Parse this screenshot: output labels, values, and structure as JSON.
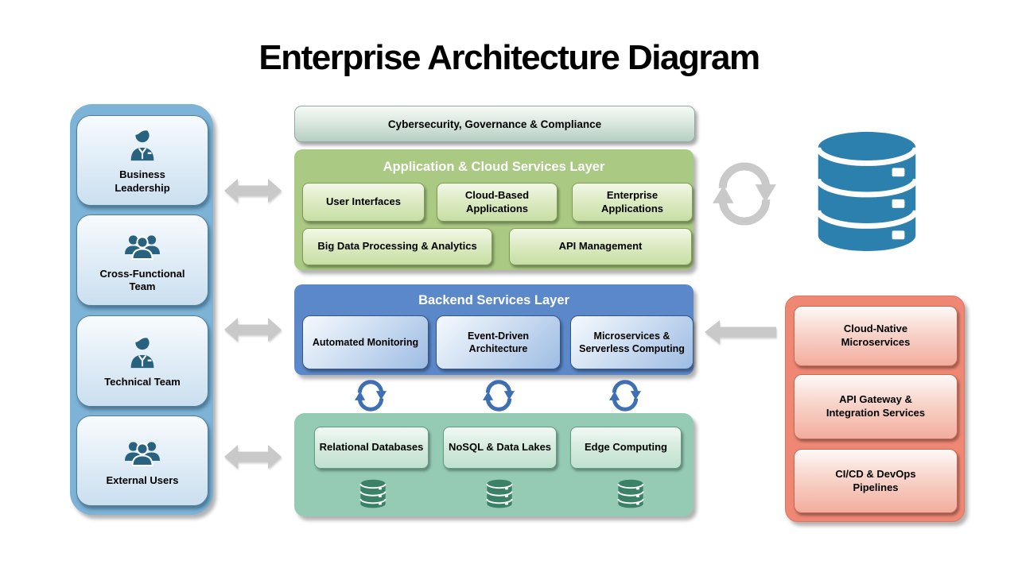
{
  "title": "Enterprise Architecture Diagram",
  "stakeholders": {
    "items": [
      {
        "label": "Business Leadership",
        "icon": "person-tie-icon"
      },
      {
        "label": "Cross-Functional Team",
        "icon": "people-group-icon"
      },
      {
        "label": "Technical Team",
        "icon": "person-tie-icon"
      },
      {
        "label": "External Users",
        "icon": "people-group-icon"
      }
    ]
  },
  "security_bar": {
    "label": "Cybersecurity, Governance & Compliance"
  },
  "app_layer": {
    "title": "Application & Cloud Services Layer",
    "row1": [
      "User Interfaces",
      "Cloud-Based Applications",
      "Enterprise Applications"
    ],
    "row2": [
      "Big Data Processing & Analytics",
      "API Management"
    ]
  },
  "backend_layer": {
    "title": "Backend Services Layer",
    "items": [
      "Automated Monitoring",
      "Event-Driven Architecture",
      "Microservices & Serverless Computing"
    ]
  },
  "data_layer": {
    "items": [
      "Relational Databases",
      "NoSQL & Data Lakes",
      "Edge Computing"
    ]
  },
  "devops_panel": {
    "items": [
      "Cloud-Native Microservices",
      "API Gateway & Integration Services",
      "CI/CD & DevOps Pipelines"
    ]
  },
  "icons": {
    "right": "database-icon",
    "right_sync": "sync-icon-gray",
    "layer_sync": "sync-icon-blue",
    "left_arrows": "double-arrow-icon",
    "right_arrow": "arrow-left-icon",
    "data_layer_db": "database-small-icon"
  },
  "colors": {
    "stakeholder_panel": "#7cb3d7",
    "stakeholder_icon": "#28627f",
    "application_layer": "#aac983",
    "backend_layer": "#5b88c9",
    "data_layer": "#95cbb5",
    "devops_panel": "#ee8773",
    "database_icon_blue": "#2c80ae",
    "database_icon_teal": "#3b8168",
    "sync_blue": "#3f6fb3",
    "arrow_gray": "#c9c9c9",
    "title_text": "#000000",
    "layer_title_text": "#ffffff"
  }
}
